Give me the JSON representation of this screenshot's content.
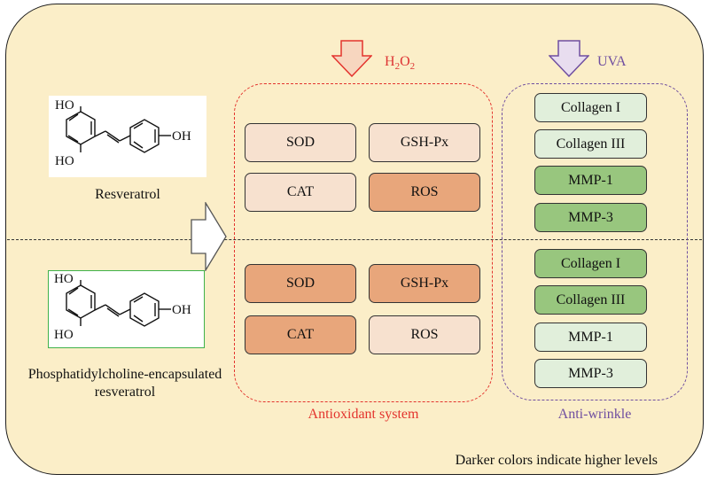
{
  "colors": {
    "panel_bg": "#fbeec8",
    "antioxidant_accent": "#e3332d",
    "wrinkle_accent": "#6f4ea0",
    "oxidant_low": "#f7e1cf",
    "oxidant_high": "#e8a67b",
    "collagen_low": "#e1efdb",
    "collagen_high": "#98c67e",
    "encapsulated_border": "#3fb24a"
  },
  "compounds": {
    "top": {
      "label": "Resveratrol",
      "hydroxyl_top": "HO",
      "hydroxyl_bottom": "HO",
      "hydroxyl_right": "OH"
    },
    "bottom": {
      "label_line1": "Phosphatidylcholine-encapsulated",
      "label_line2": "resveratrol",
      "hydroxyl_top": "HO",
      "hydroxyl_bottom": "HO",
      "hydroxyl_right": "OH"
    }
  },
  "stimuli": {
    "oxidative": {
      "label": "H2O2",
      "base": "H",
      "sub1": "2",
      "mid": "O",
      "sub2": "2"
    },
    "uv": {
      "label": "UVA"
    }
  },
  "antioxidant_system": {
    "caption": "Antioxidant system",
    "resveratrol": [
      {
        "label": "SOD",
        "level": "low"
      },
      {
        "label": "GSH-Px",
        "level": "low"
      },
      {
        "label": "CAT",
        "level": "low"
      },
      {
        "label": "ROS",
        "level": "high"
      }
    ],
    "encapsulated": [
      {
        "label": "SOD",
        "level": "high"
      },
      {
        "label": "GSH-Px",
        "level": "high"
      },
      {
        "label": "CAT",
        "level": "high"
      },
      {
        "label": "ROS",
        "level": "low"
      }
    ]
  },
  "anti_wrinkle": {
    "caption": "Anti-wrinkle",
    "resveratrol": [
      {
        "label": "Collagen I",
        "level": "low"
      },
      {
        "label": "Collagen III",
        "level": "low"
      },
      {
        "label": "MMP-1",
        "level": "high"
      },
      {
        "label": "MMP-3",
        "level": "high"
      }
    ],
    "encapsulated": [
      {
        "label": "Collagen I",
        "level": "high"
      },
      {
        "label": "Collagen III",
        "level": "high"
      },
      {
        "label": "MMP-1",
        "level": "low"
      },
      {
        "label": "MMP-3",
        "level": "low"
      }
    ]
  },
  "note": "Darker colors indicate higher levels"
}
